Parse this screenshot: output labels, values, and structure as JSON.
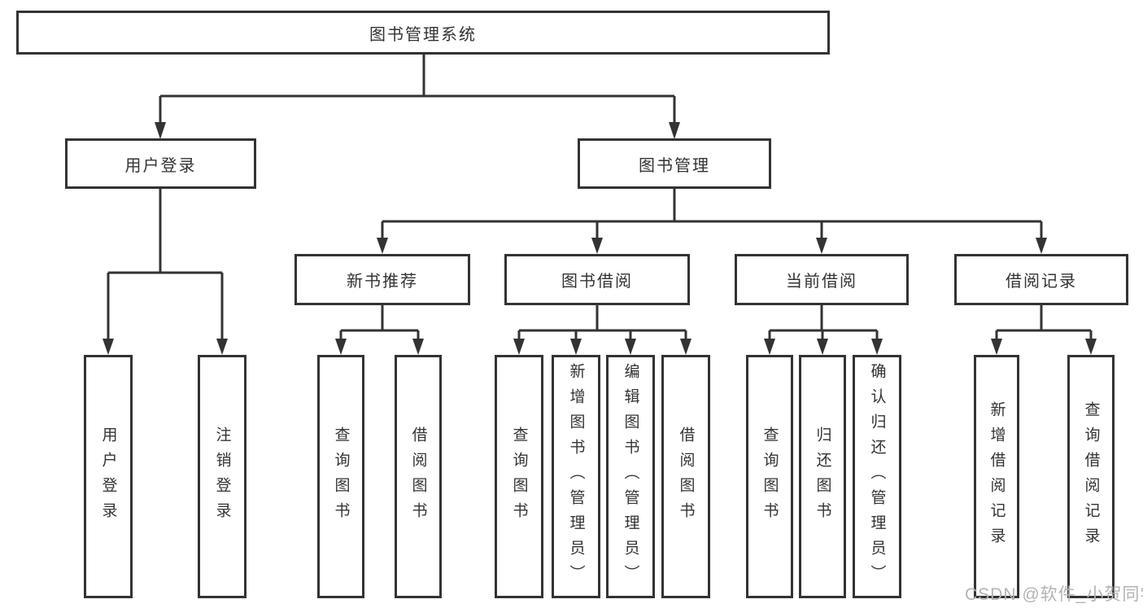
{
  "tree": {
    "root": {
      "label": "图书管理系统",
      "children": [
        {
          "label": "用户登录",
          "children": [
            {
              "label": "用户登录"
            },
            {
              "label": "注销登录"
            }
          ]
        },
        {
          "label": "图书管理",
          "children": [
            {
              "label": "新书推荐",
              "children": [
                {
                  "label": "查询图书"
                },
                {
                  "label": "借阅图书"
                }
              ]
            },
            {
              "label": "图书借阅",
              "children": [
                {
                  "label": "查询图书"
                },
                {
                  "label": "新增图书（管理员）"
                },
                {
                  "label": "编辑图书（管理员）"
                },
                {
                  "label": "借阅图书"
                }
              ]
            },
            {
              "label": "当前借阅",
              "children": [
                {
                  "label": "查询图书"
                },
                {
                  "label": "归还图书"
                },
                {
                  "label": "确认归还（管理员）"
                }
              ]
            },
            {
              "label": "借阅记录",
              "children": [
                {
                  "label": "新增借阅记录"
                },
                {
                  "label": "查询借阅记录"
                }
              ]
            }
          ]
        }
      ]
    }
  },
  "watermark": {
    "text": "CSDN @软件_小贺同学"
  },
  "colors": {
    "line": "#333333",
    "box_border": "#333333",
    "text": "#333333",
    "background": "#ffffff",
    "watermark": "#b3b3b3"
  }
}
